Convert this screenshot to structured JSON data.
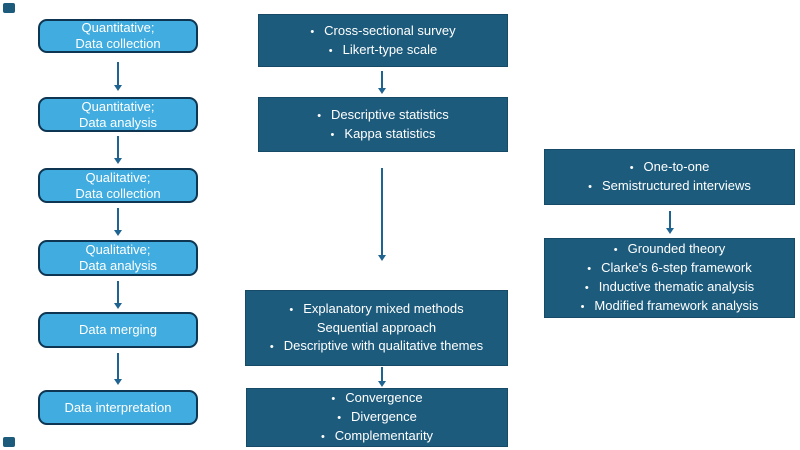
{
  "glyphs": {
    "bullet": "•"
  },
  "colors": {
    "light_box_fill": "#41acdf",
    "light_box_border": "#0e3552",
    "dark_box_fill": "#1d5b7c",
    "dark_box_border": "#164a66",
    "arrow": "#1f6391",
    "box_text": "#ffffff",
    "background": "#ffffff"
  },
  "left_column": {
    "boxes": [
      {
        "lines": [
          "Quantitative;",
          "Data collection"
        ]
      },
      {
        "lines": [
          "Quantitative;",
          "Data analysis"
        ]
      },
      {
        "lines": [
          "Qualitative;",
          "Data collection"
        ]
      },
      {
        "lines": [
          "Qualitative;",
          "Data analysis"
        ]
      },
      {
        "lines": [
          "Data merging"
        ]
      },
      {
        "lines": [
          "Data interpretation"
        ]
      }
    ]
  },
  "middle_column": {
    "boxes": [
      {
        "lines": [
          {
            "bullet": true,
            "text": "Cross-sectional survey"
          },
          {
            "bullet": true,
            "text": "Likert-type scale"
          }
        ]
      },
      {
        "lines": [
          {
            "bullet": true,
            "text": "Descriptive statistics"
          },
          {
            "bullet": true,
            "text": "Kappa statistics"
          }
        ]
      },
      {
        "lines": [
          {
            "bullet": true,
            "text": "Explanatory mixed methods"
          },
          {
            "bullet": false,
            "text": "Sequential approach"
          },
          {
            "bullet": true,
            "text": "Descriptive with qualitative themes"
          }
        ]
      },
      {
        "lines": [
          {
            "bullet": true,
            "text": "Convergence"
          },
          {
            "bullet": true,
            "text": "Divergence"
          },
          {
            "bullet": true,
            "text": "Complementarity"
          }
        ]
      }
    ]
  },
  "right_column": {
    "boxes": [
      {
        "lines": [
          {
            "bullet": true,
            "text": "One-to-one"
          },
          {
            "bullet": true,
            "text": "Semistructured interviews"
          }
        ]
      },
      {
        "lines": [
          {
            "bullet": true,
            "text": "Grounded theory"
          },
          {
            "bullet": true,
            "text": "Clarke's 6-step framework"
          },
          {
            "bullet": true,
            "text": "Inductive thematic analysis"
          },
          {
            "bullet": true,
            "text": "Modified framework analysis"
          }
        ]
      }
    ]
  }
}
